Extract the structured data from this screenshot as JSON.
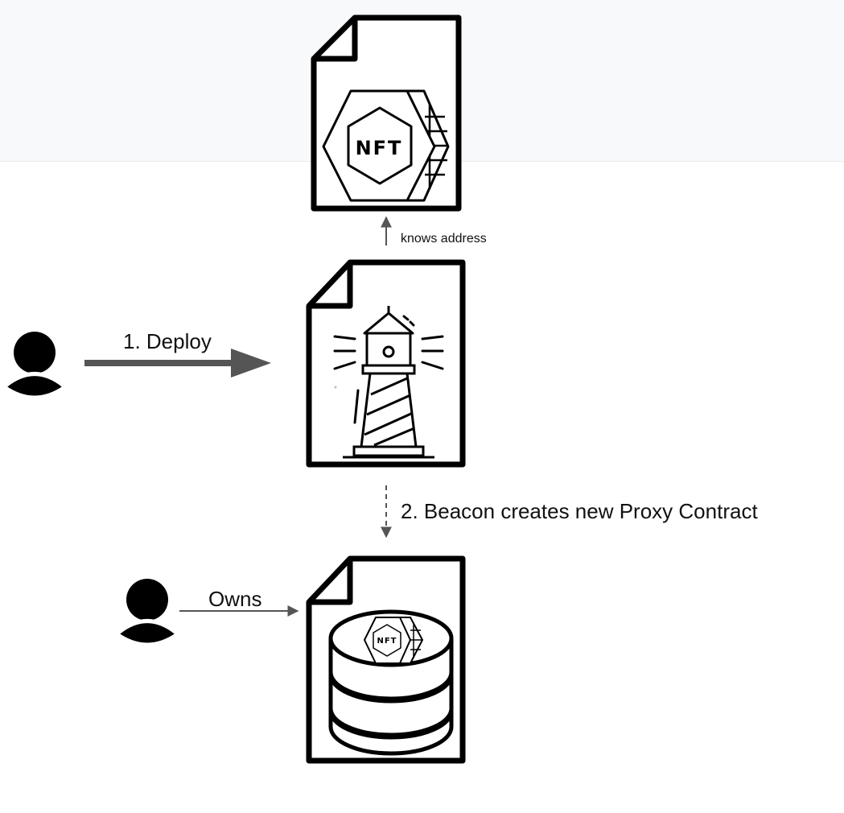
{
  "labels": {
    "knows_address": "knows address",
    "deploy": "1. Deploy",
    "beacon_creates": "2. Beacon creates new Proxy Contract",
    "owns": "Owns"
  },
  "icons": {
    "implementation": {
      "name": "nft-contract-file-icon",
      "badge": "NFT"
    },
    "beacon": {
      "name": "lighthouse-beacon-file-icon"
    },
    "proxy": {
      "name": "database-nft-proxy-file-icon",
      "badge": "NFT"
    },
    "deployer": {
      "name": "user-icon"
    },
    "owner": {
      "name": "user-icon"
    }
  },
  "colors": {
    "stroke": "#000000",
    "arrow": "#555555",
    "background": "#ffffff",
    "top_band": "#f8f9fa"
  }
}
